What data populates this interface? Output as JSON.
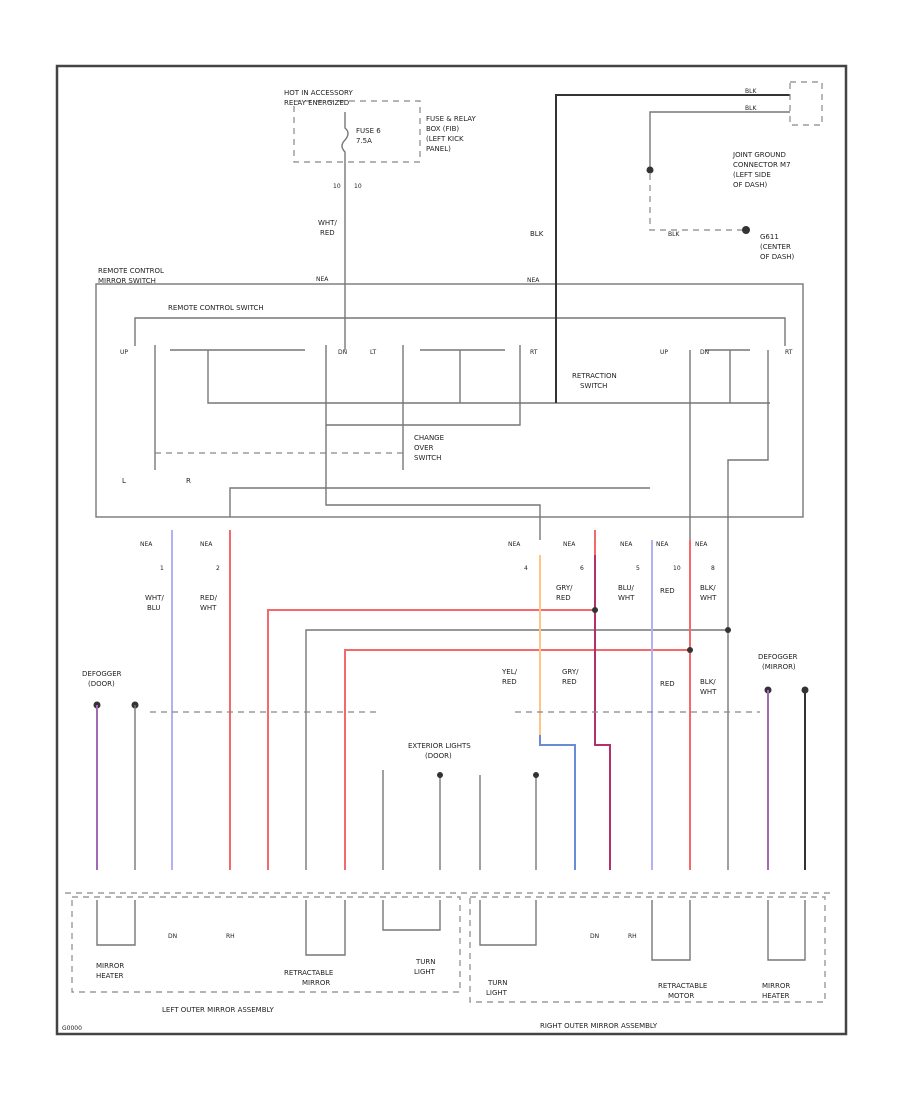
{
  "power": {
    "hot_label": "HOT IN ACCESSORY",
    "relay_label": "RELAY ENERGIZED",
    "fuse_name": "FUSE 6",
    "fuse_rating": "7.5A",
    "fuse_box": [
      "FUSE & RELAY",
      "BOX (FIB)",
      "(LEFT KICK",
      "PANEL)"
    ],
    "wire_color": [
      "WHT/",
      "RED"
    ],
    "pins": [
      "10",
      "10"
    ]
  },
  "ground": {
    "blk_label": "BLK",
    "joint_connector": [
      "JOINT GROUND",
      "CONNECTOR M7",
      "(LEFT SIDE",
      "OF DASH)"
    ],
    "g_label": [
      "G611",
      "(CENTER",
      "OF DASH)"
    ],
    "wire_labels": [
      "BLK",
      "BLK",
      "BLK"
    ]
  },
  "switch": {
    "title": [
      "REMOTE CONTROL",
      "MIRROR SWITCH"
    ],
    "remote_control": "REMOTE CONTROL SWITCH",
    "retraction": [
      "RETRACTION",
      "SWITCH"
    ],
    "changeover": [
      "CHANGE",
      "OVER",
      "SWITCH"
    ],
    "side_l": "L",
    "side_r": "R",
    "terminals": [
      "UP",
      "DN",
      "LT",
      "RT",
      "UP",
      "DN",
      "RT"
    ],
    "connector": "NEA"
  },
  "wires": {
    "left_top": [
      [
        "WHT/",
        "BLU"
      ],
      [
        "RED/",
        "WHT"
      ]
    ],
    "right_top": [
      [
        "YEL/",
        "RED"
      ],
      [
        "GRY/",
        "RED"
      ],
      [
        "BLU/",
        "WHT"
      ],
      [
        "RED"
      ],
      [
        "BLK/",
        "WHT"
      ]
    ],
    "mid": [
      [
        "YEL/",
        "RED"
      ],
      [
        "GRY/",
        "RED"
      ],
      [
        "RED"
      ],
      [
        "BLK/",
        "WHT"
      ]
    ],
    "connector_ids": [
      "NEA",
      "NEA",
      "NEA",
      "NEA",
      "NEA",
      "NEA",
      "NEA"
    ],
    "pin_nums": [
      "1",
      "2",
      "4",
      "6",
      "5",
      "10",
      "8"
    ]
  },
  "groups": {
    "defogger_left": [
      "DEFOGGER",
      "(DOOR)"
    ],
    "defogger_right": [
      "DEFOGGER",
      "(MIRROR)"
    ],
    "exterior_lights": [
      "EXTERIOR LIGHTS",
      "(DOOR)"
    ],
    "left_assembly": "LEFT OUTER MIRROR ASSEMBLY",
    "right_assembly": "RIGHT OUTER MIRROR ASSEMBLY",
    "mirror_heater": [
      "MIRROR",
      "HEATER"
    ],
    "retractable_mirror": [
      "RETRACTABLE",
      "MIRROR"
    ],
    "retractable_motor": [
      "RETRACTABLE",
      "MOTOR"
    ],
    "turn_light": [
      "TURN",
      "LIGHT"
    ],
    "dn": "DN",
    "rh": "RH",
    "ref": "G0000"
  }
}
